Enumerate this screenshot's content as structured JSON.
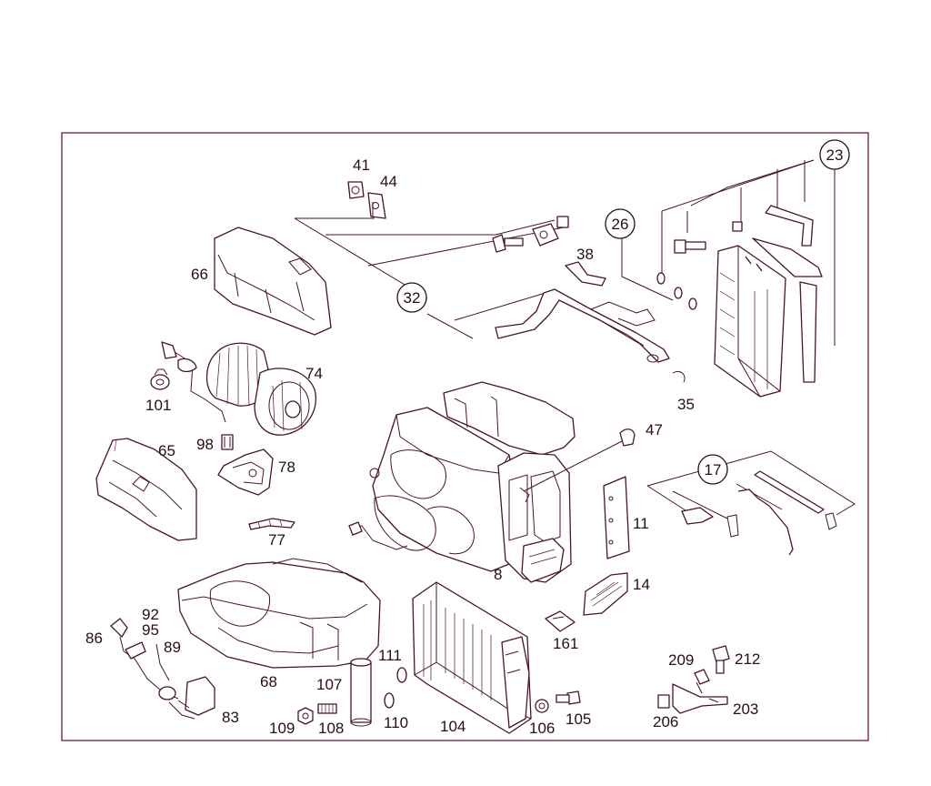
{
  "labels": {
    "p8": "8",
    "p11": "11",
    "p14": "14",
    "p17": "17",
    "p23": "23",
    "p26": "26",
    "p32": "32",
    "p35": "35",
    "p38": "38",
    "p41": "41",
    "p44": "44",
    "p47": "47",
    "p65": "65",
    "p66": "66",
    "p68": "68",
    "p74": "74",
    "p77": "77",
    "p78": "78",
    "p83": "83",
    "p86": "86",
    "p89": "89",
    "p92": "92",
    "p95": "95",
    "p98": "98",
    "p101": "101",
    "p104": "104",
    "p105": "105",
    "p106": "106",
    "p107": "107",
    "p108": "108",
    "p109": "109",
    "p110": "110",
    "p111": "111",
    "p161": "161",
    "p203": "203",
    "p206": "206",
    "p209": "209",
    "p212": "212"
  },
  "colors": {
    "line": "#4a1422",
    "frame": "#6b1f33",
    "accent": "#c0364f"
  }
}
